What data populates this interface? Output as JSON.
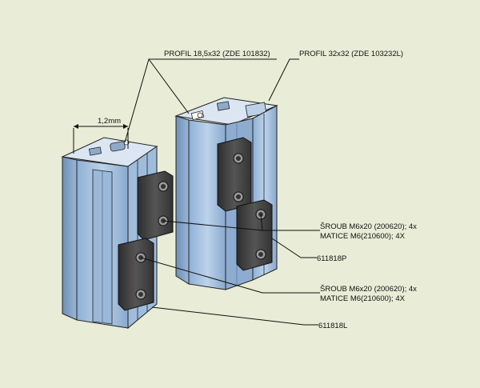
{
  "labels": {
    "profile_left": "PROFIL 18,5x32 (ZDE 101832)",
    "profile_right": "PROFIL 32x32 (ZDE 103232L)",
    "dimension": "1,2mm",
    "screw_upper_1": "ŠROUB M6x20 (200620); 4x",
    "screw_upper_2": "MATICE M6(210600); 4X",
    "part_right": "611818P",
    "screw_lower_1": "ŠROUB M6x20 (200620); 4x",
    "screw_lower_2": "MATICE M6(210600); 4X",
    "part_left": "611818L"
  },
  "colors": {
    "background": "#e9ecd6",
    "profile_face": "#a9c3df",
    "profile_side": "#7f9dc0",
    "profile_top": "#dce7f3",
    "hinge_dark": "#3c3c3c",
    "hinge_light": "#5a5a5a",
    "leader_line": "#111111"
  }
}
